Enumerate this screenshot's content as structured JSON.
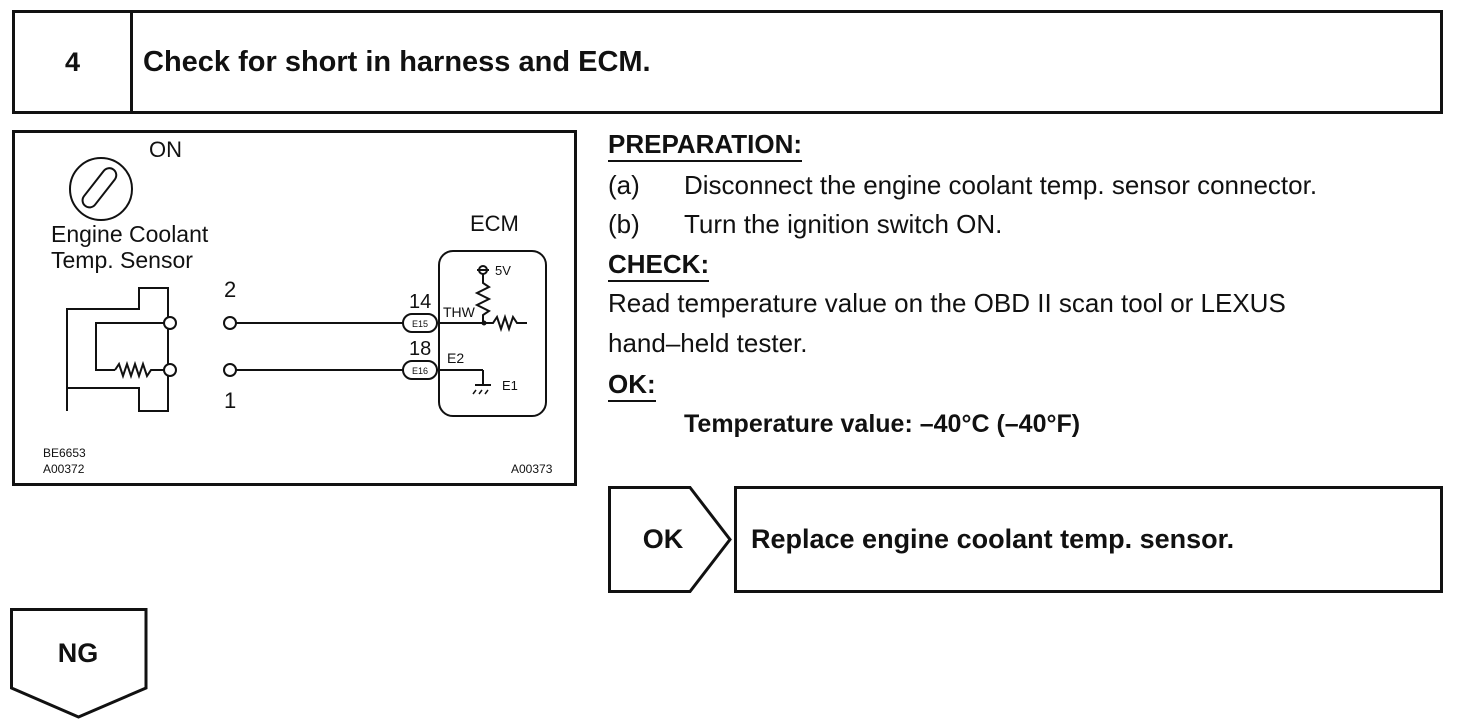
{
  "step": {
    "number": "4",
    "title": "Check for short in harness and ECM."
  },
  "diagram": {
    "switch_label": "ON",
    "sensor_label_line1": "Engine Coolant",
    "sensor_label_line2": "Temp. Sensor",
    "ecm_label": "ECM",
    "pin_top": "2",
    "pin_bottom": "1",
    "ecm_pin_top": "14",
    "ecm_pin_bottom": "18",
    "connector_top": "E15",
    "connector_bottom": "E16",
    "terminal_thw": "THW",
    "terminal_e2": "E2",
    "terminal_e1": "E1",
    "voltage": "5V",
    "code_1": "BE6653",
    "code_2": "A00372",
    "code_3": "A00373"
  },
  "preparation": {
    "heading": "PREPARATION:",
    "items": [
      {
        "letter": "(a)",
        "text": "Disconnect the engine coolant temp. sensor connector."
      },
      {
        "letter": "(b)",
        "text": "Turn the ignition switch ON."
      }
    ]
  },
  "check": {
    "heading": "CHECK:",
    "line1": "Read temperature value on the OBD II scan tool or LEXUS",
    "line2": "hand–held tester."
  },
  "ok_section": {
    "heading": "OK:",
    "value": "Temperature value: –40°C (–40°F)"
  },
  "ok_branch": {
    "label": "OK",
    "result": "Replace engine coolant temp. sensor."
  },
  "ng_branch": {
    "label": "NG"
  }
}
